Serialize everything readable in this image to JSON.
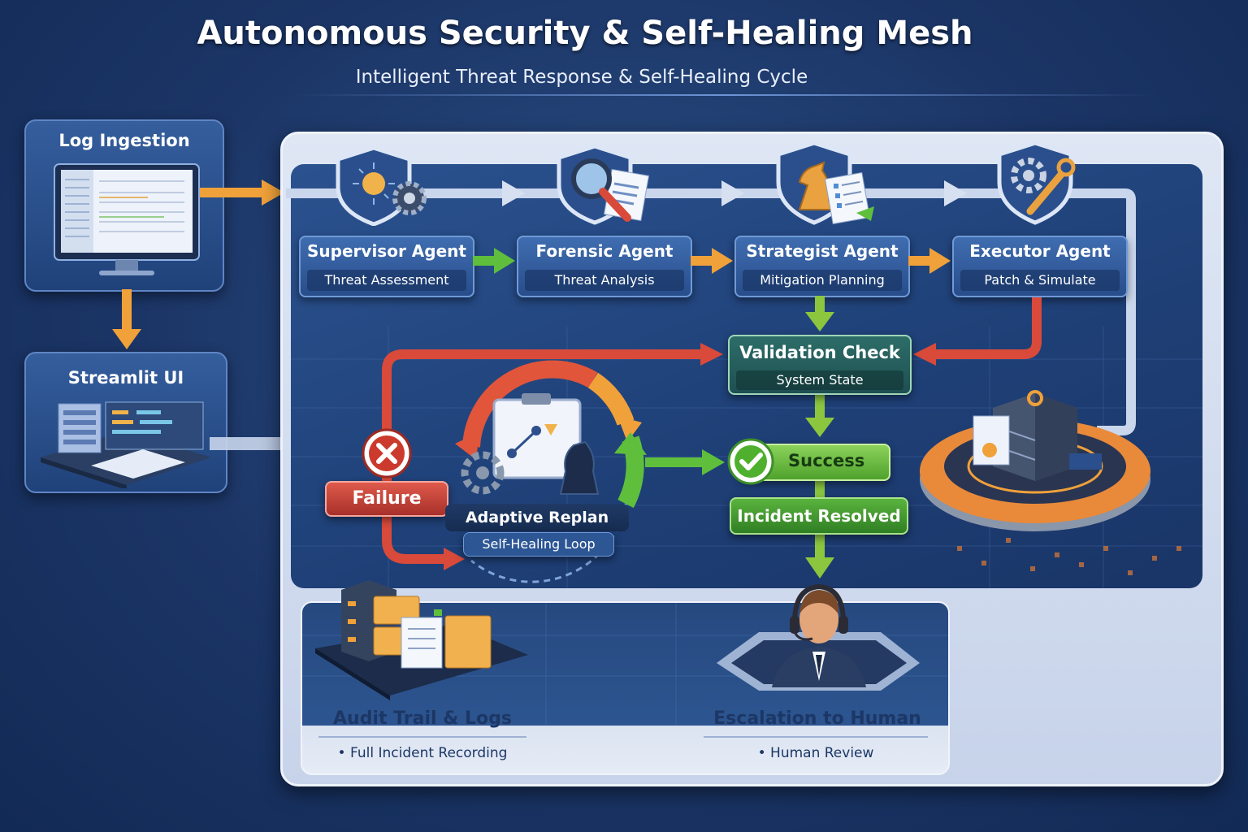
{
  "title": "Autonomous Security & Self-Healing Mesh",
  "subtitle": "Intelligent Threat Response & Self-Healing Cycle",
  "inputs": {
    "log_ingestion": "Log Ingestion",
    "streamlit_ui": "Streamlit UI"
  },
  "agents": [
    {
      "name": "Supervisor Agent",
      "role": "Threat Assessment",
      "icon": "shield-gear-icon"
    },
    {
      "name": "Forensic Agent",
      "role": "Threat Analysis",
      "icon": "magnifier-document-icon"
    },
    {
      "name": "Strategist Agent",
      "role": "Mitigation Planning",
      "icon": "chess-knight-checklist-icon"
    },
    {
      "name": "Executor Agent",
      "role": "Patch & Simulate",
      "icon": "gear-wrench-icon"
    }
  ],
  "validation": {
    "title": "Validation Check",
    "subtitle": "System State"
  },
  "success": "Success",
  "resolved": "Incident Resolved",
  "failure": "Failure",
  "replan": {
    "title": "Adaptive Replan",
    "subtitle": "Self-Healing Loop"
  },
  "audit": {
    "title": "Audit Trail & Logs",
    "items": [
      "Full Incident Recording"
    ]
  },
  "escalation": {
    "title": "Escalation to Human",
    "items": [
      "Human Review"
    ]
  },
  "colors": {
    "background": "#1b3566",
    "success_green": "#5fbf3c",
    "failure_red": "#d94a3a",
    "flow_orange": "#f0a13a",
    "validation_teal": "#1f5a58"
  }
}
